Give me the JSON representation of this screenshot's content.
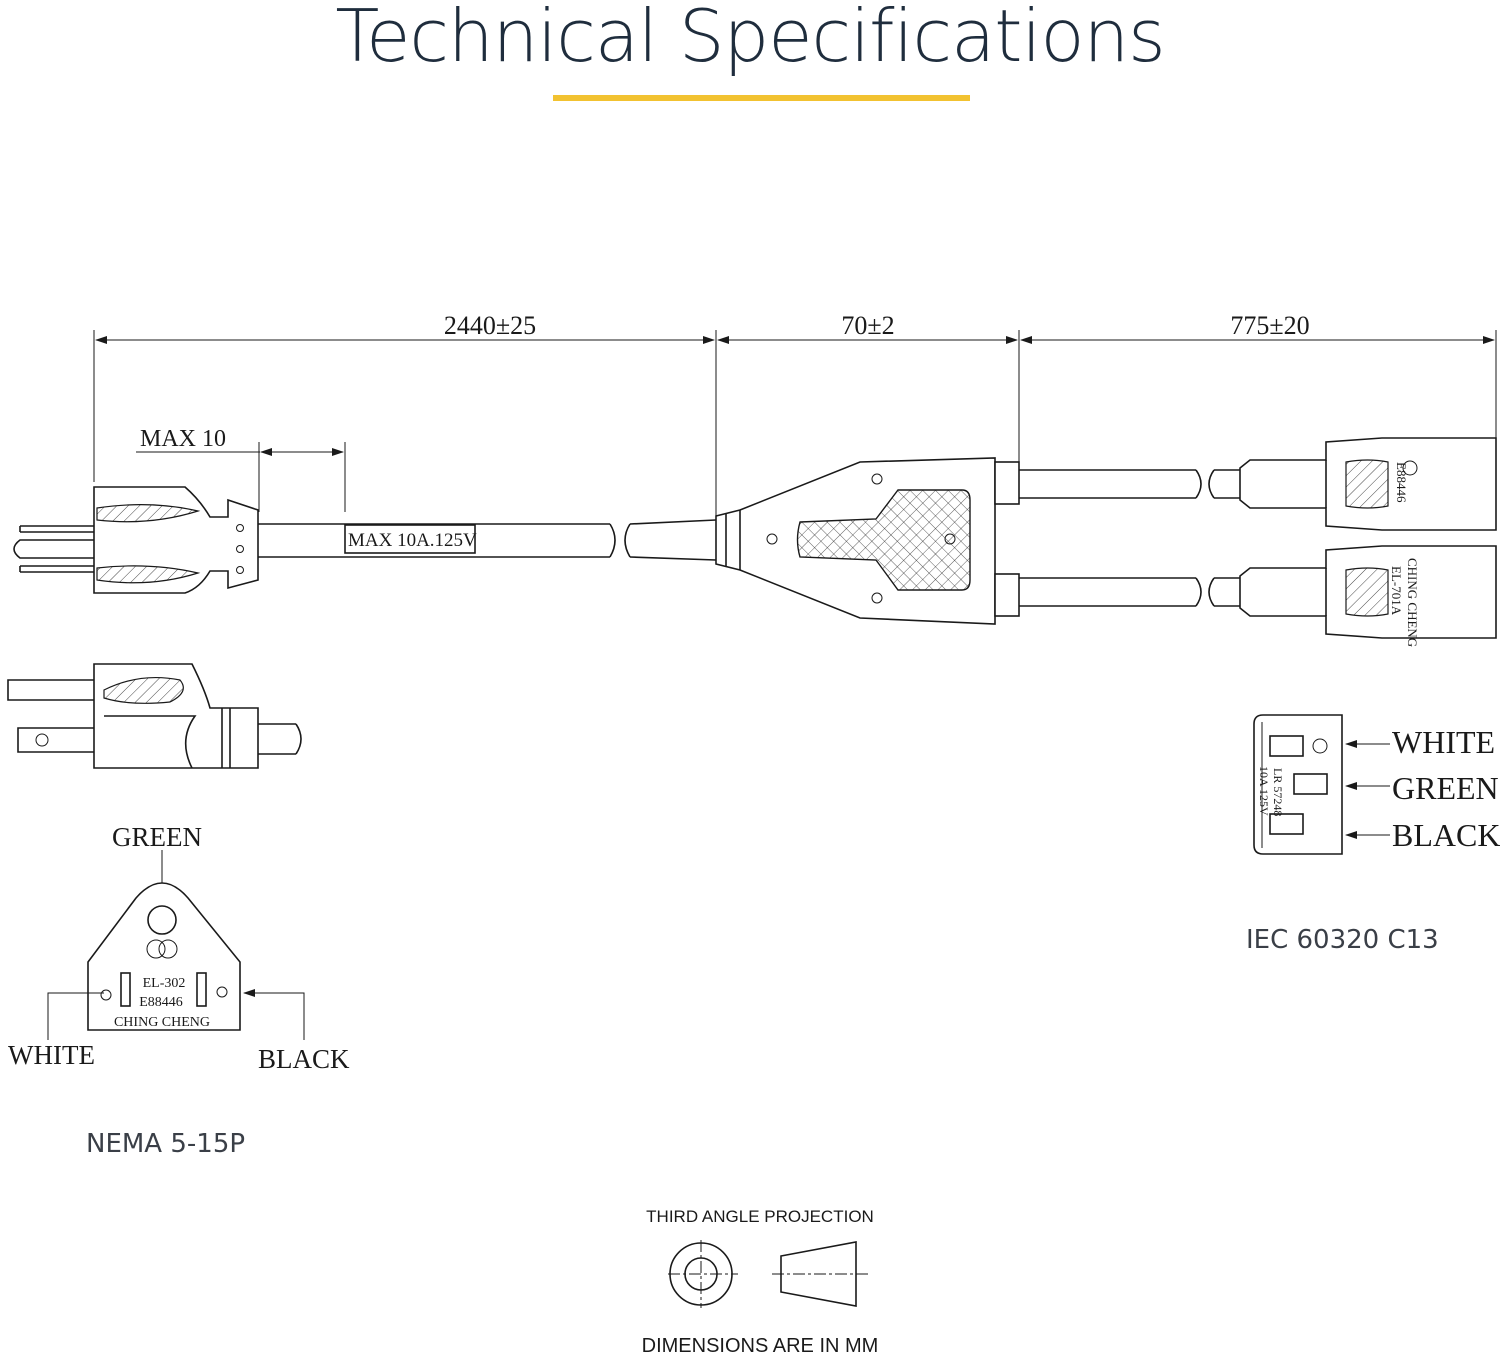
{
  "title": "Technical Specifications",
  "colors": {
    "accent": "#f2c230",
    "ink": "#1a1a1a",
    "heading": "#1f2d3d"
  },
  "dimensions": {
    "main_cable": "2440±25",
    "splitter": "70±2",
    "branch_cable": "775±20",
    "strip_max": "MAX 10"
  },
  "cable_marking": "MAX 10A.125V",
  "nema_plug": {
    "caption": "NEMA 5-15P",
    "face_text": [
      "EL-302",
      "E88446",
      "CHING CHENG"
    ],
    "wires": {
      "top": "GREEN",
      "left": "WHITE",
      "right": "BLACK"
    }
  },
  "iec_connector": {
    "caption": "IEC 60320 C13",
    "body_text_top": "E88446",
    "body_text_bottom": [
      "CHING CHENG",
      "EL-701A"
    ],
    "face_text": [
      "LR 57248",
      "10A 125V"
    ],
    "wires": [
      "WHITE",
      "GREEN",
      "BLACK"
    ]
  },
  "projection": {
    "label": "THIRD ANGLE PROJECTION",
    "units_note": "DIMENSIONS ARE IN MM"
  }
}
